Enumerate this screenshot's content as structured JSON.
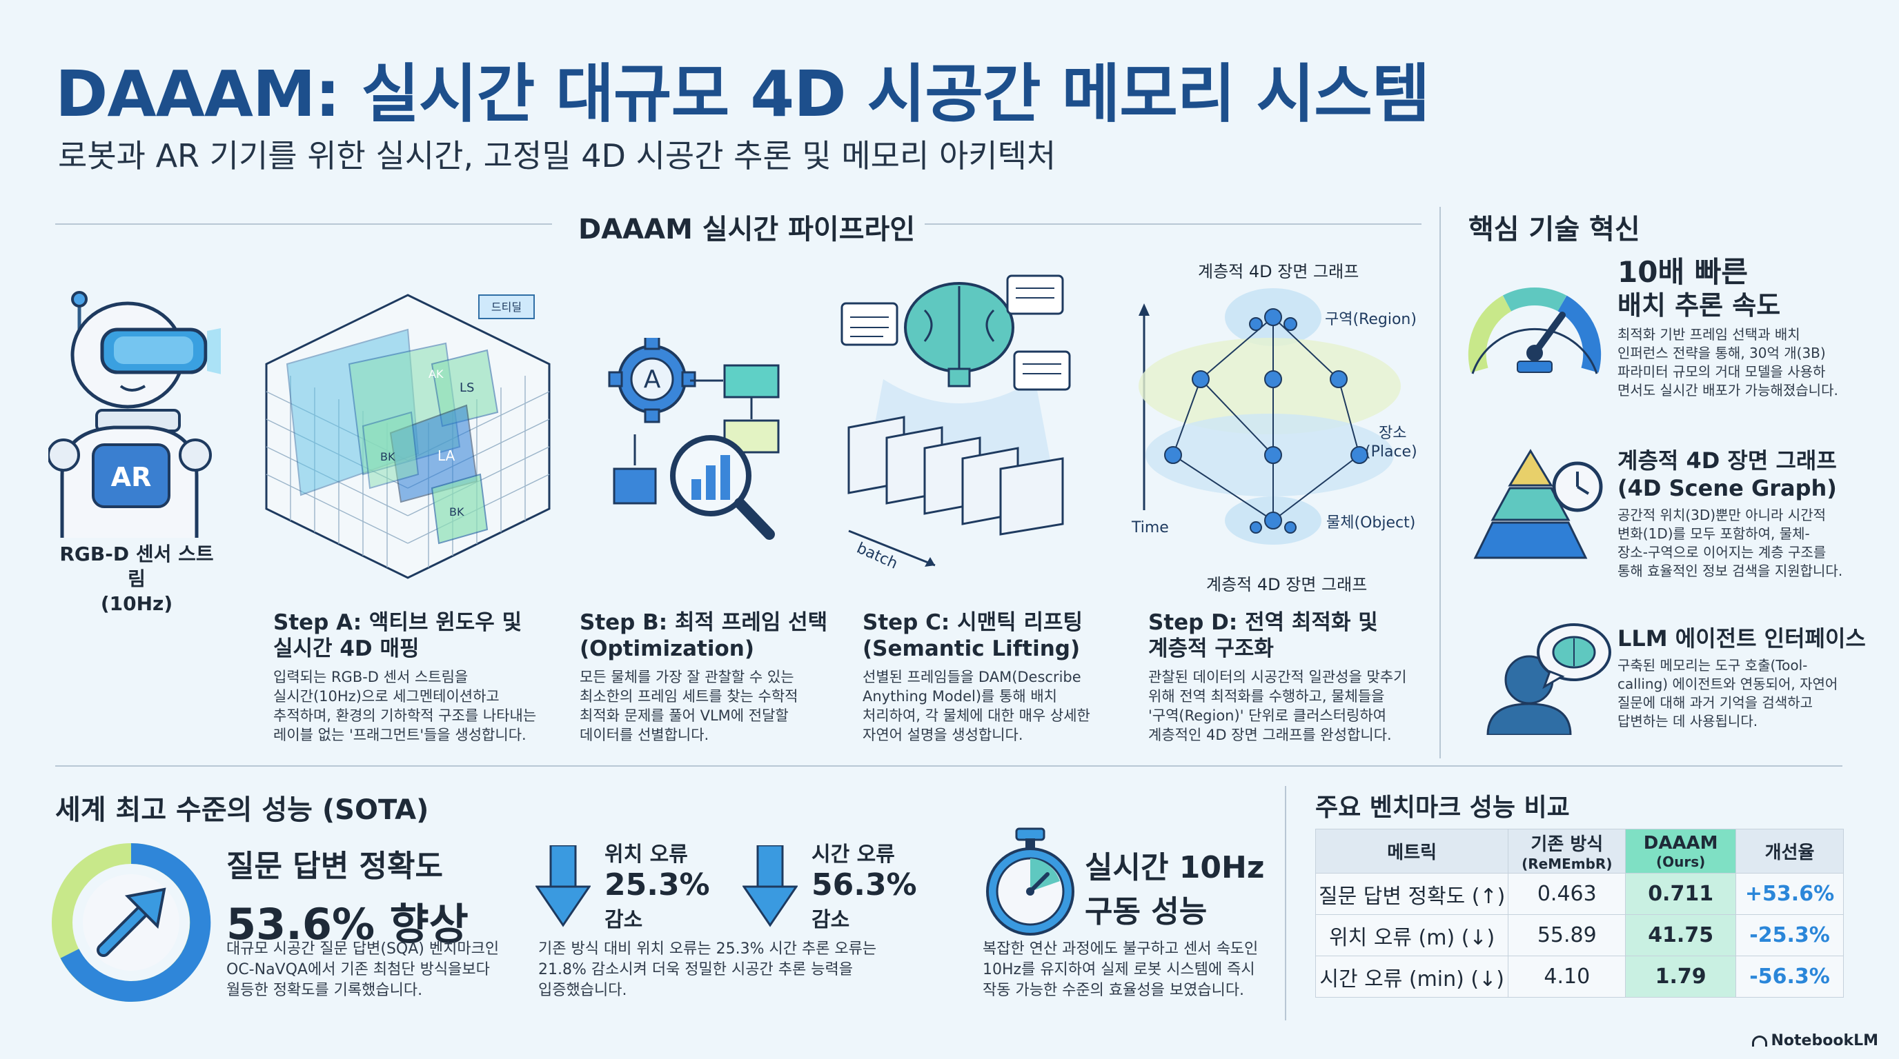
{
  "header": {
    "title": "DAAAM: 실시간 대규모 4D 시공간 메모리 시스템",
    "subtitle": "로봇과 AR 기기를 위한 실시간, 고정밀 4D 시공간 추론 및 메모리 아키텍처"
  },
  "pipeline": {
    "title": "DAAAM 실시간 파이프라인",
    "sensor_label_1": "RGB-D 센서 스트림",
    "sensor_label_2": "(10Hz)",
    "robot_badge": "AR",
    "stepA": {
      "title_1": "Step A: 액티브 윈도우 및",
      "title_2": "실시간 4D 매핑",
      "desc": [
        "입력되는 RGB-D 센서 스트림을",
        "실시간(10Hz)으로 세그멘테이션하고",
        "추적하며, 환경의 기하학적 구조를 나타내는",
        "레이블 없는 '프래그먼트'들을 생성합니다."
      ],
      "tags": [
        "드티딜",
        "AK",
        "LS",
        "BK",
        "LA",
        "BK"
      ]
    },
    "stepB": {
      "title_1": "Step B: 최적 프레임 선택",
      "title_2": "(Optimization)",
      "desc": [
        "모든 물체를 가장 잘 관찰할 수 있는",
        "최소한의 프레임 세트를 찾는 수학적",
        "최적화 문제를 풀어 VLM에 전달할",
        "데이터를 선별합니다."
      ]
    },
    "stepC": {
      "title_1": "Step C: 시맨틱 리프팅",
      "title_2": "(Semantic Lifting)",
      "desc": [
        "선별된 프레임들을 DAM(Describe",
        "Anything Model)를 통해 배치",
        "처리하여, 각 물체에 대한 매우 상세한",
        "자연어 설명을 생성합니다."
      ],
      "batch_label": "batch"
    },
    "stepD": {
      "title_1": "Step D: 전역 최적화 및",
      "title_2": "계층적 구조화",
      "desc": [
        "관찰된 데이터의 시공간적 일관성을 맞추기",
        "위해 전역 최적화를 수행하고, 물체들을",
        "'구역(Region)' 단위로 클러스터링하여",
        "계층적인 4D 장면 그래프를 완성합니다."
      ],
      "graph_top": "계층적 4D 장면 그래프",
      "graph_bottom": "계층적 4D 장면 그래프",
      "region": "구역(Region)",
      "place_1": "장소",
      "place_2": "(Place)",
      "object": "물체(Object)",
      "time": "Time"
    }
  },
  "tech": {
    "title": "핵심 기술 혁신",
    "item1": {
      "title_1": "10배 빠른",
      "title_2": "배치 추론 속도",
      "desc": [
        "최적화 기반 프레임 선택과 배치",
        "인퍼런스 전략을 통해, 30억 개(3B)",
        "파라미터 규모의 거대 모델을 사용하",
        "면서도 실시간 배포가 가능해졌습니다."
      ]
    },
    "item2": {
      "title_1": "계층적 4D 장면 그래프",
      "title_2": "(4D Scene Graph)",
      "desc": [
        "공간적 위치(3D)뿐만 아니라 시간적",
        "변화(1D)를 모두 포함하여, 물체-",
        "장소-구역으로 이어지는 계층 구조를",
        "통해 효율적인 정보 검색을 지원합니다."
      ]
    },
    "item3": {
      "title_1": "LLM 에이전트 인터페이스",
      "desc": [
        "구축된 메모리는 도구 호출(Tool-",
        "calling) 에이전트와 연동되어, 자연어",
        "질문에 대해 과거 기억을 검색하고",
        "답변하는 데 사용됩니다."
      ]
    }
  },
  "sota": {
    "title": "세계 최고 수준의 성능 (SOTA)",
    "qa_head": "질문 답변 정확도",
    "qa_big": "53.6% 향상",
    "qa_desc": [
      "대규모 시공간 질문 답변(SQA) 벤치마크인",
      "OC-NaVQA에서 기존 최첨단 방식을보다",
      "월등한 정확도를 기록했습니다."
    ],
    "pos_label": "위치 오류",
    "pos_value": "25.3%",
    "pos_suffix": "감소",
    "time_label": "시간 오류",
    "time_value": "56.3%",
    "time_suffix": "감소",
    "err_desc": [
      "기존 방식 대비 위치 오류는 25.3% 시간 추론 오류는",
      "21.8% 감소시켜 더욱 정밀한 시공간 추론 능력을",
      "입증했습니다."
    ],
    "rt_1": "실시간 10Hz",
    "rt_2": "구동 성능",
    "rt_desc": [
      "복잡한 연산 과정에도 불구하고 센서 속도인",
      "10Hz를 유지하여 실제 로봇 시스템에 즉시",
      "작동 가능한 수준의 효율성을 보였습니다."
    ]
  },
  "bench": {
    "title": "주요 벤치마크 성능 비교",
    "headers": {
      "metric": "메트릭",
      "base": "기존 방식",
      "base_sub": "(ReMEmbR)",
      "ours": "DAAAM",
      "ours_sub": "(Ours)",
      "imp": "개선율"
    },
    "rows": [
      {
        "metric": "질문 답변 정확도 (↑)",
        "base": "0.463",
        "ours": "0.711",
        "imp": "+53.6%"
      },
      {
        "metric": "위치 오류 (m) (↓)",
        "base": "55.89",
        "ours": "41.75",
        "imp": "-25.3%"
      },
      {
        "metric": "시간 오류 (min) (↓)",
        "base": "4.10",
        "ours": "1.79",
        "imp": "-56.3%"
      }
    ]
  },
  "brand": "NotebookLM"
}
